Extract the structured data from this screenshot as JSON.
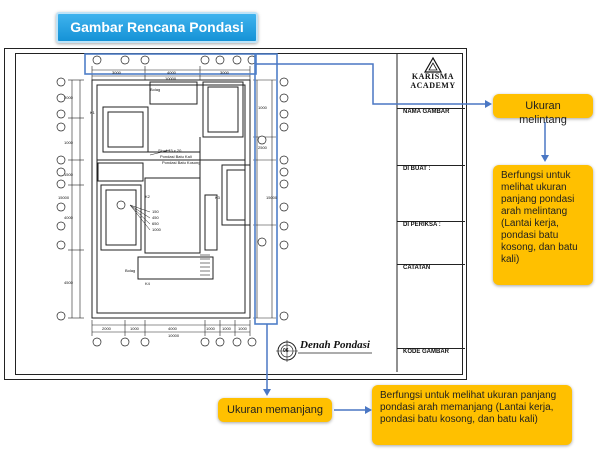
{
  "title": "Gambar Rencana Pondasi",
  "logo": {
    "line1": "KARISMA",
    "line2": "ACADEMY"
  },
  "panel": {
    "nama_gambar": "NAMA GAMBAR",
    "di_buat": "DI BUAT :",
    "di_periksa": "DI PERIKSA :",
    "catatan": "CATATAN",
    "kode_gambar": "KODE GAMBAR"
  },
  "plan": {
    "caption": "Denah Pondasi",
    "caption_number": "06",
    "top_dims": [
      "3000",
      "4000",
      "3000"
    ],
    "bottom_dims": [
      "2000",
      "1000",
      "4000",
      "1000",
      "1000",
      "1000"
    ],
    "bottom_total": "10000",
    "top_total": "10000",
    "left_dims": [
      "2000",
      "1000",
      "1500",
      "4000",
      "4500"
    ],
    "left_total": "15000",
    "right_dims": [
      "1000",
      "2500",
      "15000"
    ],
    "legend": [
      "Sloof 15 x 20",
      "Pondasi Batu Kali",
      "Pondasi Batu Kosong"
    ],
    "section_dims": [
      "150",
      "450",
      "650",
      "1000"
    ],
    "labels": [
      "Bolag",
      "Bolag",
      "K1",
      "K2",
      "K3",
      "K4"
    ],
    "col_markers": [
      "1",
      "2",
      "3",
      "4",
      "5",
      "6",
      "7"
    ],
    "row_markers": [
      "F",
      "E",
      "E",
      "D",
      "C",
      "D",
      "C",
      "F",
      "A",
      "B",
      "A"
    ]
  },
  "callouts": {
    "ukuran_melintang": "Ukuran melintang",
    "melintang_desc": "Berfungsi untuk melihat ukuran panjang pondasi arah melintang (Lantai kerja, pondasi batu kosong, dan batu kali)",
    "ukuran_memanjang": "Ukuran memanjang",
    "memanjang_desc": "Berfungsi untuk melihat ukuran panjang pondasi arah memanjang (Lantai kerja, pondasi batu kosong, dan batu kali)"
  },
  "colors": {
    "title_bg": "#1592d6",
    "callout_bg": "#ffc000",
    "highlight": "#4f7fc8",
    "arrow": "#4a77c4"
  }
}
